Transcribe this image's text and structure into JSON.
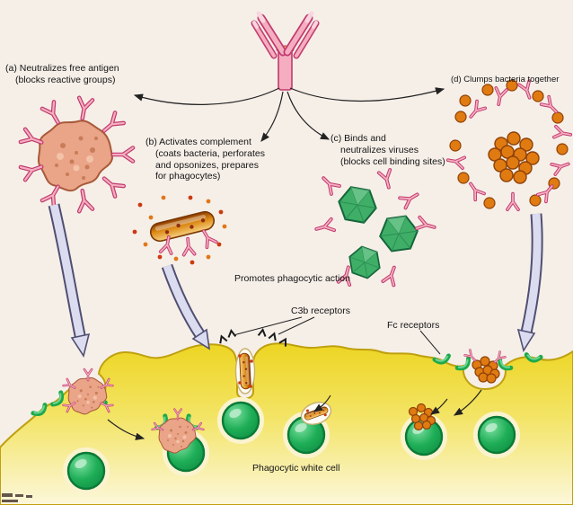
{
  "fig": {
    "sections": {
      "a": {
        "title": "(a) Neutralizes free antigen",
        "subtitle": "(blocks reactive groups)"
      },
      "b": {
        "title": "(b) Activates complement",
        "line2": "(coats bacteria, perforates",
        "line3": "and opsonizes, prepares",
        "line4": "for phagocytes)"
      },
      "c": {
        "line1": "(c) Binds and",
        "line2": "neutralizes viruses",
        "line3": "(blocks cell binding sites)"
      },
      "d": {
        "title": "(d) Clumps bacteria together"
      }
    },
    "labels": {
      "promotes": "Promotes phagocytic action",
      "c3b_receptors": "C3b receptors",
      "fc_receptors": "Fc receptors",
      "phagocytic_cell": "Phagocytic white cell"
    },
    "colors": {
      "background": "#f6efe8",
      "antibody_pink": "#f4aec0",
      "antibody_outline": "#c23a6e",
      "antigen_salmon": "#eaa488",
      "bacterium_orange": "#dd8a16",
      "complement_dot_red": "#cc3a10",
      "virus_green": "#3fae67",
      "bacteria_dot_orange": "#e07b12",
      "cell_yellow": "#f2e03c",
      "green_cell": "#1fae57",
      "ribbon_arrow_lavender": "#dcdcf0"
    },
    "icons": {
      "antibody-icon": "pink Y-shape",
      "antigen-icon": "salmon bumpy blob",
      "bacterium-icon": "orange rod",
      "virus-icon": "green hexagon",
      "bacteria-clump-icon": "orange circle cluster",
      "phagocyte-membrane": "yellow amoeboid blob",
      "green-cell-icon": "green sphere",
      "ribbon-arrow-icon": "lavender block arrow",
      "claw-receptor-icon": "green claw",
      "c3b-receptor-icon": "black hook"
    }
  }
}
